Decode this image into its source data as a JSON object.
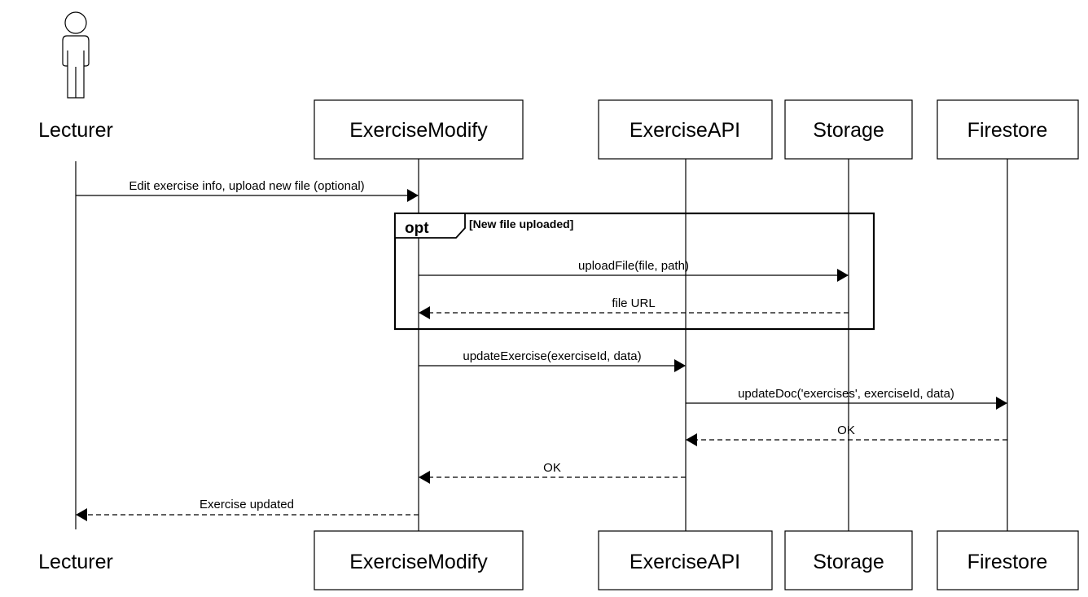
{
  "actor": {
    "name": "Lecturer",
    "icon": "person-icon"
  },
  "participants": [
    {
      "id": "modify",
      "name": "ExerciseModify"
    },
    {
      "id": "api",
      "name": "ExerciseAPI"
    },
    {
      "id": "storage",
      "name": "Storage"
    },
    {
      "id": "firestore",
      "name": "Firestore"
    }
  ],
  "fragment": {
    "keyword": "opt",
    "guard": "[New file uploaded]"
  },
  "messages": [
    {
      "from": "Lecturer",
      "to": "ExerciseModify",
      "label": "Edit exercise info, upload new file (optional)",
      "style": "sync"
    },
    {
      "from": "ExerciseModify",
      "to": "Storage",
      "label": "uploadFile(file, path)",
      "style": "sync"
    },
    {
      "from": "Storage",
      "to": "ExerciseModify",
      "label": "file URL",
      "style": "return"
    },
    {
      "from": "ExerciseModify",
      "to": "ExerciseAPI",
      "label": "updateExercise(exerciseId, data)",
      "style": "sync"
    },
    {
      "from": "ExerciseAPI",
      "to": "Firestore",
      "label": "updateDoc('exercises', exerciseId, data)",
      "style": "sync"
    },
    {
      "from": "Firestore",
      "to": "ExerciseAPI",
      "label": "OK",
      "style": "return"
    },
    {
      "from": "ExerciseAPI",
      "to": "ExerciseModify",
      "label": "OK",
      "style": "return"
    },
    {
      "from": "ExerciseModify",
      "to": "Lecturer",
      "label": "Exercise updated",
      "style": "return"
    }
  ]
}
